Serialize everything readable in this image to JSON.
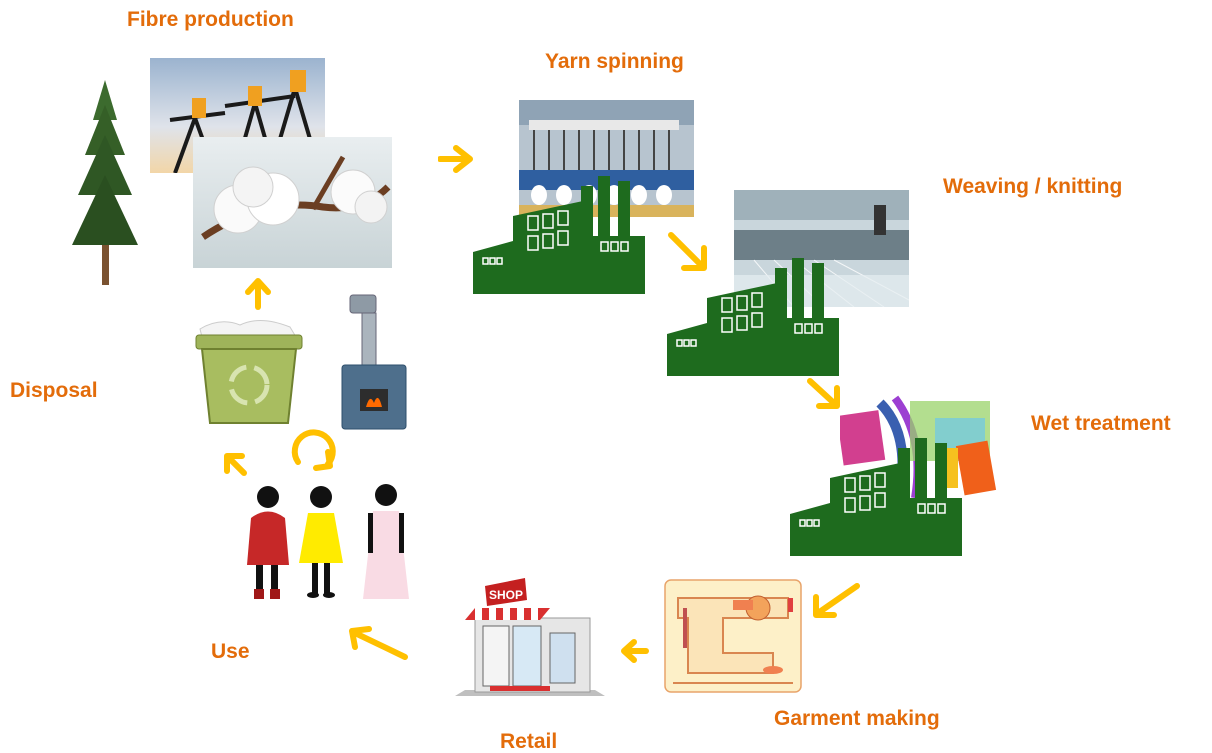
{
  "stages": {
    "fibre": "Fibre production",
    "yarn": "Yarn spinning",
    "weaving": "Weaving / knitting",
    "wet": "Wet treatment",
    "garment": "Garment making",
    "retail": "Retail",
    "use": "Use",
    "disposal": "Disposal"
  },
  "shop_sign": "SHOP",
  "colors": {
    "label": "#e36c0a",
    "arrow": "#ffc000",
    "factory": "#1e6b1e"
  },
  "icons": [
    "tree-icon",
    "oil-pump-icon",
    "cotton-icon",
    "factory-icon",
    "spinning-machine-icon",
    "loom-icon",
    "textile-icon",
    "sewing-machine-icon",
    "shop-icon",
    "children-icon",
    "recycle-bin-icon",
    "incinerator-icon",
    "arrow-icon",
    "cycle-icon"
  ]
}
